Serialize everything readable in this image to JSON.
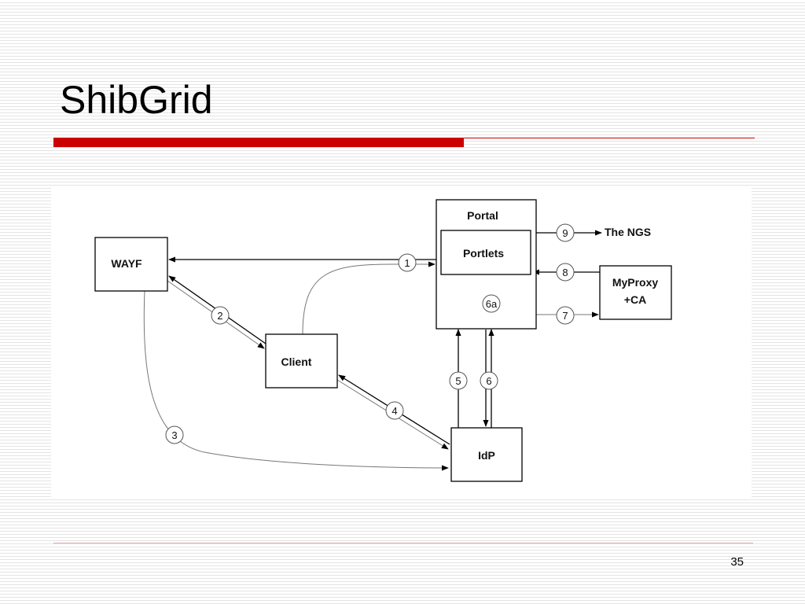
{
  "slide": {
    "title": "ShibGrid",
    "page_number": "35"
  },
  "diagram": {
    "nodes": {
      "wayf": "WAYF",
      "client": "Client",
      "portal": "Portal",
      "portlets": "Portlets",
      "idp": "IdP",
      "myproxy_line1": "MyProxy",
      "myproxy_line2": "+CA",
      "the_ngs": "The NGS"
    },
    "steps": {
      "s1": "1",
      "s2": "2",
      "s3": "3",
      "s4": "4",
      "s5": "5",
      "s6": "6",
      "s6a": "6a",
      "s7": "7",
      "s8": "8",
      "s9": "9"
    }
  }
}
